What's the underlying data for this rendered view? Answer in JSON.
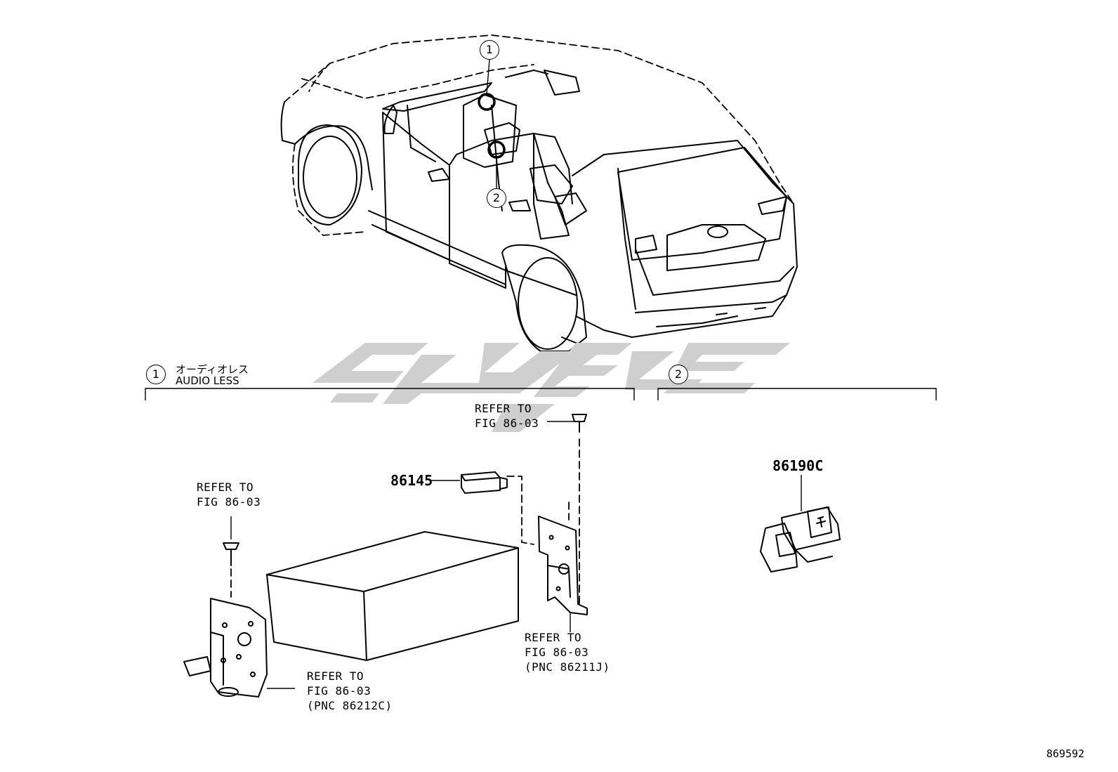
{
  "callouts": {
    "vehicle_1": "1",
    "vehicle_2": "2",
    "section_1": "1",
    "section_2": "2"
  },
  "sections": {
    "one": {
      "title_ja": "オーディオレス",
      "title_en": "AUDIO LESS"
    }
  },
  "parts": {
    "receiver_box": "86145",
    "usb_adapter": "86190C"
  },
  "refers": {
    "top_bolt": "REFER TO\nFIG 86-03",
    "left_bolt": "REFER TO\nFIG 86-03",
    "left_bracket": "REFER TO\nFIG 86-03\n(PNC 86212C)",
    "right_bracket": "REFER TO\nFIG 86-03\n(PNC 86211J)"
  },
  "diagram_code": "869592",
  "colors": {
    "ink": "#000000",
    "watermark": "#cfcfcf"
  }
}
